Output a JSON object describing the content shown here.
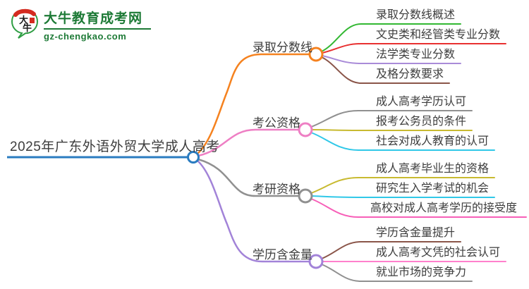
{
  "logo": {
    "icon_text": "大牛",
    "title": "大牛教育成考网",
    "domain": "gz-chengkao.com"
  },
  "root": {
    "label": "2025年广东外语外贸大学成人高考"
  },
  "branches": [
    {
      "label": "录取分数线",
      "color": "#f5821f",
      "children": [
        {
          "label": "录取分数线概述",
          "color": "#33b833"
        },
        {
          "label": "文史类和经管类专业分数",
          "color": "#e83030"
        },
        {
          "label": "法学类专业分数",
          "color": "#a98bd8"
        },
        {
          "label": "及格分数要求",
          "color": "#8a5549"
        }
      ]
    },
    {
      "label": "考公资格",
      "color": "#ee7fc4",
      "children": [
        {
          "label": "成人高考学历认可",
          "color": "#909090"
        },
        {
          "label": "报考公务员的条件",
          "color": "#c8ba30"
        },
        {
          "label": "社会对成人教育的认可",
          "color": "#30c8e8"
        }
      ]
    },
    {
      "label": "考研资格",
      "color": "#909090",
      "children": [
        {
          "label": "成人高考毕业生的资格",
          "color": "#c8ba30"
        },
        {
          "label": "研究生入学考试的机会",
          "color": "#30c8e8"
        },
        {
          "label": "高校对成人高考学历的接受度",
          "color": "#f75fb8"
        }
      ]
    },
    {
      "label": "学历含金量",
      "color": "#a283d8",
      "children": [
        {
          "label": "学历含金量提升",
          "color": "#8a5549"
        },
        {
          "label": "成人高考文凭的社会认可",
          "color": "#ff80cc"
        },
        {
          "label": "就业市场的竞争力",
          "color": "#909090"
        }
      ]
    }
  ],
  "colors": {
    "root_line": "#2a7cc0",
    "text": "#3d3d3d",
    "logo_green": "#1d7a36",
    "logo_red": "#d42b20"
  }
}
